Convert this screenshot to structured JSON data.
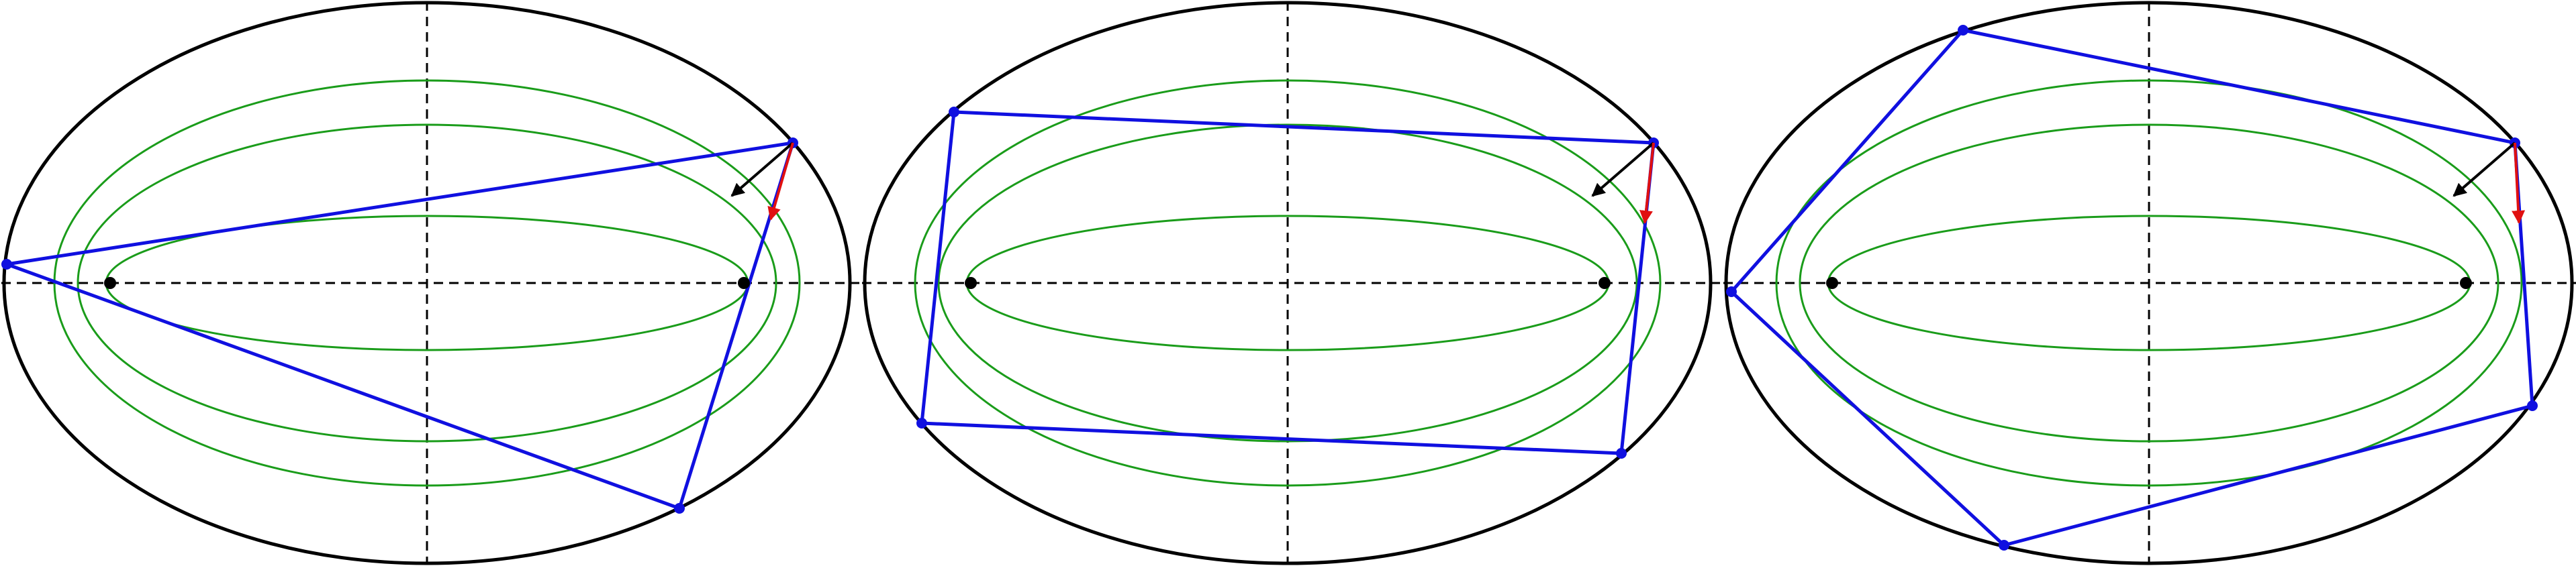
{
  "colors": {
    "background": "#ffffff",
    "billiard_boundary": "#000000",
    "axes": "#000000",
    "confocal_caustics": "#1a9c1a",
    "trajectory": "#1010e0",
    "foci": "#000000",
    "normal_arrow": "#000000",
    "tangent_arrow": "#e01010"
  },
  "panels": [
    {
      "name": "panel-1",
      "polygon_vertices": 3
    },
    {
      "name": "panel-2",
      "polygon_vertices": 4
    },
    {
      "name": "panel-3",
      "polygon_vertices": 5
    }
  ]
}
